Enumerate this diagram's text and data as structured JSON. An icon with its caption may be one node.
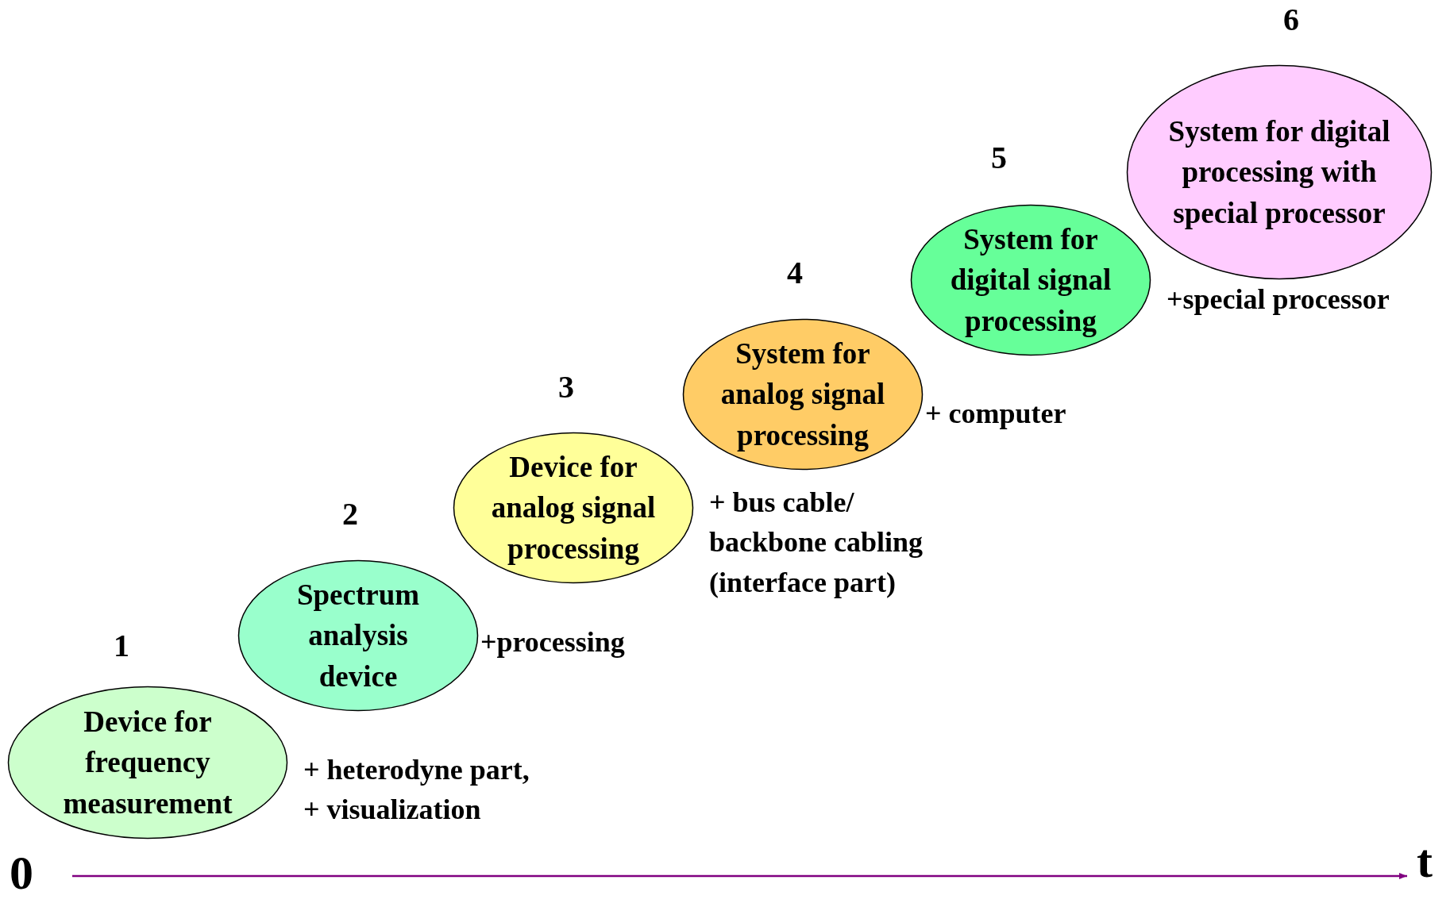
{
  "diagram": {
    "nodes": [
      {
        "text": [
          "Device for frequency measurement"
        ],
        "beside": [
          "1",
          "+ heterodyne part,",
          "+ visualization"
        ]
      },
      {
        "text": [
          "Spectrum analysis device"
        ],
        "beside": [
          "2",
          "+processing"
        ]
      },
      {
        "text": [
          "Device for analog signal processing"
        ],
        "beside": [
          "3",
          "+ bus cable/ backbone cabling (interface part)"
        ]
      },
      {
        "text": [
          "System for analog signal processing"
        ],
        "beside": [
          "4",
          "+ computer"
        ]
      },
      {
        "text": [
          "System for digital signal processing"
        ],
        "beside": [
          "5",
          "+special processor"
        ]
      },
      {
        "text": [
          "System for digital processing with special processor"
        ],
        "beside": [
          "6"
        ]
      }
    ],
    "labels": [
      "0",
      "t"
    ]
  }
}
